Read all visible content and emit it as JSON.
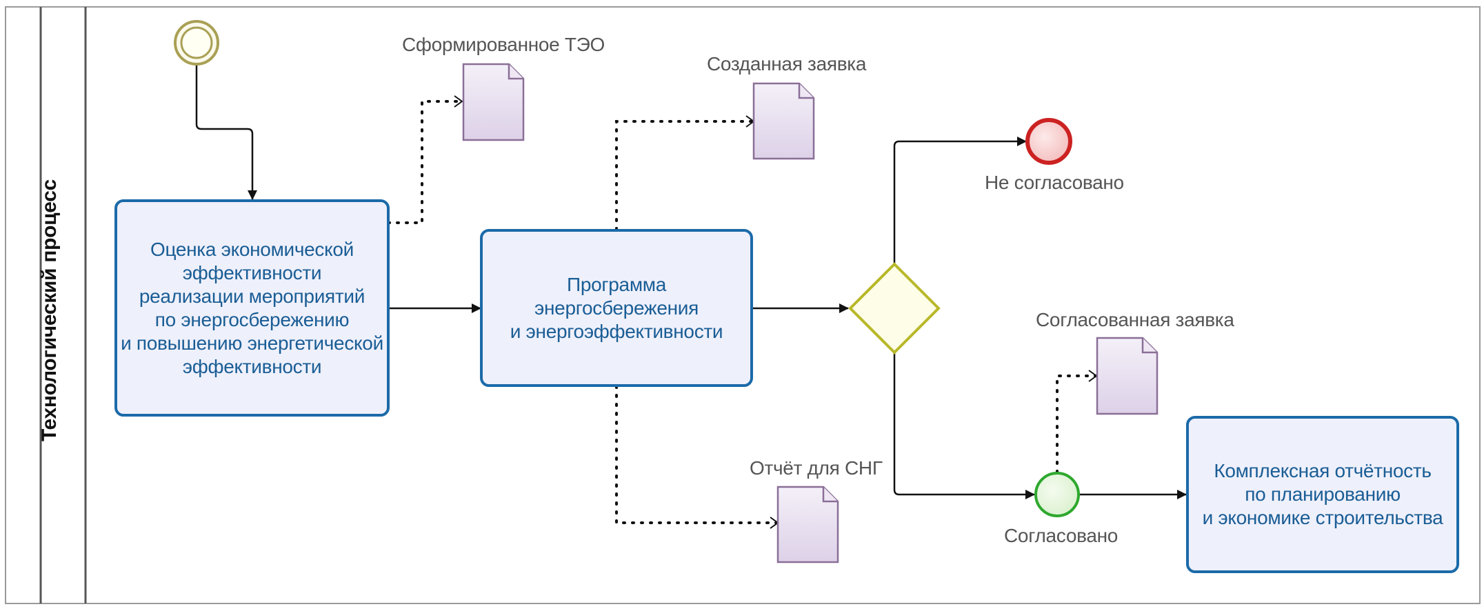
{
  "colors": {
    "task_fill": "#eef0fb",
    "task_stroke": "#1b6aa8",
    "task_text": "#1a5d95",
    "doc_fill": "#e8e0ef",
    "doc_stroke": "#8a6f97",
    "gateway_fill": "#fefde8",
    "gateway_stroke": "#b8b82a",
    "start_event_stroke": "#a9a055",
    "end_event_fill": "#f6c9c9",
    "end_event_stroke": "#cc2222",
    "intermediate_event_fill": "#e6f5df",
    "intermediate_event_stroke": "#2ea82e"
  },
  "lane": {
    "title": "Технологический процесс"
  },
  "tasks": {
    "evaluate": "Оценка экономической\nэффективности\nреализации мероприятий\nпо энергосбережению\nи повышению энергетической\nэффективности",
    "program": "Программа\nэнергосбережения\nи энергоэффективности",
    "reporting": "Комплексная отчётность\nпо планированию\nи экономике строительства"
  },
  "documents": {
    "teo": "Сформированное ТЭО",
    "created_request": "Созданная заявка",
    "report_sng": "Отчёт для СНГ",
    "approved_request": "Согласованная заявка"
  },
  "events": {
    "not_approved": "Не согласовано",
    "approved": "Согласовано"
  }
}
